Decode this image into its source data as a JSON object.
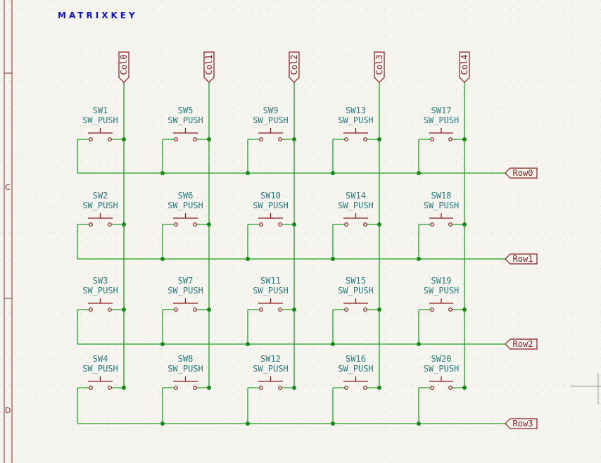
{
  "title": "MATRIXKEY",
  "border_letters": [
    "C",
    "D"
  ],
  "columns": [
    "Col0",
    "Col1",
    "Col2",
    "Col3",
    "Col4"
  ],
  "rows": [
    "Row0",
    "Row1",
    "Row2",
    "Row3"
  ],
  "switch_value": "SW_PUSH",
  "switches": [
    [
      "SW1",
      "SW5",
      "SW9",
      "SW13",
      "SW17"
    ],
    [
      "SW2",
      "SW6",
      "SW10",
      "SW14",
      "SW18"
    ],
    [
      "SW3",
      "SW7",
      "SW11",
      "SW15",
      "SW19"
    ],
    [
      "SW4",
      "SW8",
      "SW12",
      "SW16",
      "SW20"
    ]
  ],
  "colors": {
    "wire": "#1fa01f",
    "junction": "#1a8a1a",
    "symbol": "#8a1a1a",
    "ref_text": "#2a7a7a",
    "title": "#1010c8",
    "grid_dot": "#cfcfc4",
    "border": "#8a2a2a"
  }
}
